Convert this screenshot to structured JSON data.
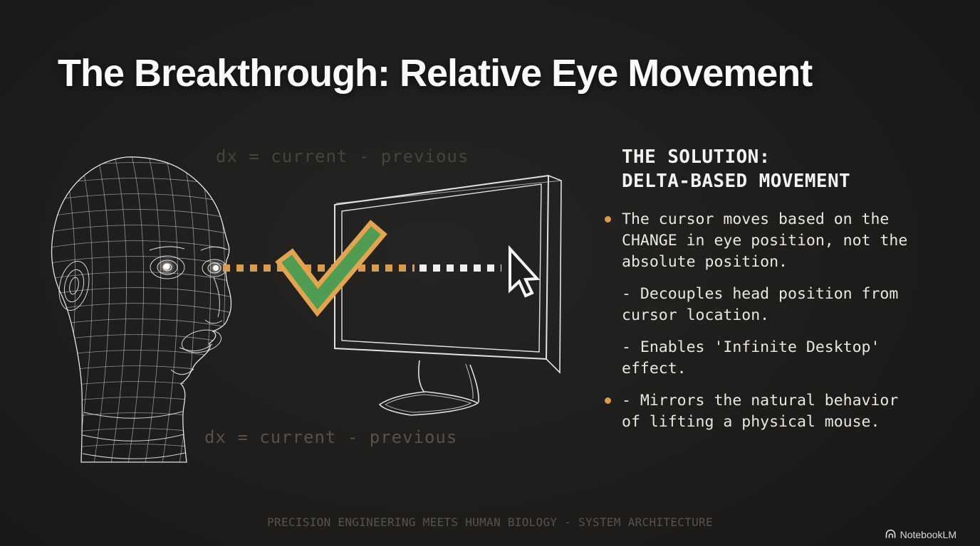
{
  "slide": {
    "title": "The Breakthrough: Relative Eye Movement",
    "footer_tagline": "PRECISION ENGINEERING MEETS HUMAN BIOLOGY - SYSTEM ARCHITECTURE",
    "brand": "NotebookLM"
  },
  "diagram": {
    "formula_top": "dx = current - previous",
    "formula_bottom": "dx = current - previous",
    "elements": [
      "wireframe-head",
      "eye-glow",
      "gaze-dotted-line",
      "checkmark",
      "monitor",
      "cursor-arrow"
    ],
    "colors": {
      "gaze_orange": "#d89c4f",
      "gaze_white": "#f0efed",
      "check_green": "#4f9c52",
      "check_border": "#e2a44f",
      "wireframe": "#e8e8e8"
    }
  },
  "solution_panel": {
    "heading_lines": [
      "THE SOLUTION:",
      "DELTA-BASED MOVEMENT"
    ],
    "bullet_color": "#d99a4e",
    "bullets": [
      {
        "marker": "dot",
        "text": "The cursor moves based on the CHANGE in eye position, not the absolute position."
      },
      {
        "marker": "none",
        "text": "- Decouples head position from cursor location."
      },
      {
        "marker": "none",
        "text": "- Enables 'Infinite Desktop' effect."
      },
      {
        "marker": "dot",
        "text": "- Mirrors the natural behavior of lifting a physical mouse."
      }
    ]
  }
}
